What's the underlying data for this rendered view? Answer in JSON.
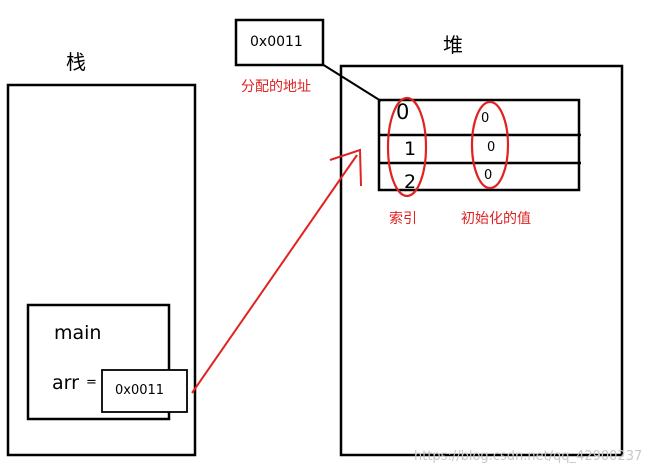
{
  "stack": {
    "title": "栈"
  },
  "heap": {
    "title": "堆"
  },
  "main_frame": {
    "label": "main",
    "var_name": "arr",
    "equals": "=",
    "address": "0x0011"
  },
  "heap_address": {
    "address": "0x0011",
    "caption": "分配的地址"
  },
  "array": {
    "indices": [
      "0",
      "1",
      "2"
    ],
    "values": [
      "0",
      "0",
      "0"
    ]
  },
  "annotations": {
    "index_label": "索引",
    "init_value_label": "初始化的值"
  },
  "watermark": "https://blog.csdn.net/qq_42900237",
  "colors": {
    "accent_red": "#e02222",
    "stroke": "#000000"
  }
}
